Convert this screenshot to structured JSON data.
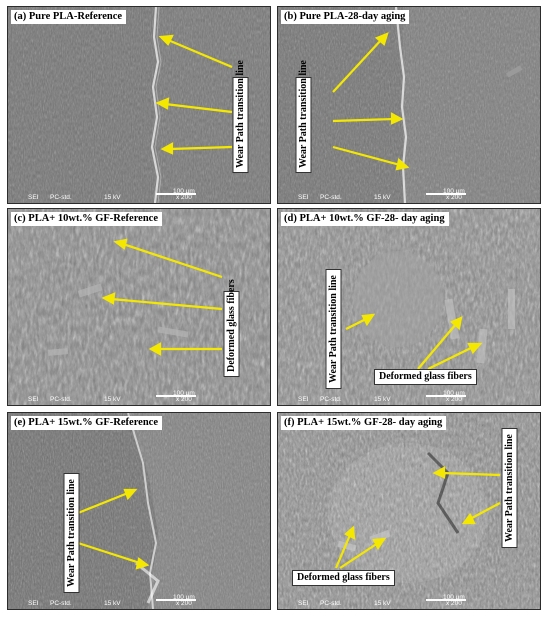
{
  "panels": [
    {
      "label": "(a) Pure PLA-Reference",
      "callout": "Wear Path transition line",
      "footer": {
        "detector": "SEI",
        "mode": "PC-std.",
        "voltage": "15 kV",
        "mag": "x 200",
        "scale": "100 µm"
      }
    },
    {
      "label": "(b) Pure PLA-28-day aging",
      "callout": "Wear Path transition line",
      "footer": {
        "detector": "SEI",
        "mode": "PC-std.",
        "voltage": "15 kV",
        "mag": "x 200",
        "scale": "100 µm"
      }
    },
    {
      "label": "(c) PLA+ 10wt.% GF-Reference",
      "callout": "Deformed glass fibers",
      "footer": {
        "detector": "SEI",
        "mode": "PC-std.",
        "voltage": "15 kV",
        "mag": "x 200",
        "scale": "100 µm"
      }
    },
    {
      "label": "(d) PLA+ 10wt.% GF-28- day aging",
      "callout": "Wear Path transition line",
      "callout2": "Deformed glass fibers",
      "footer": {
        "detector": "SEI",
        "mode": "PC-std.",
        "voltage": "15 kV",
        "mag": "x 200",
        "scale": "100 µm"
      }
    },
    {
      "label": "(e) PLA+ 15wt.% GF-Reference",
      "callout": "Wear Path transition line",
      "footer": {
        "detector": "SEI",
        "mode": "PC-std.",
        "voltage": "15 kV",
        "mag": "x 200",
        "scale": "100 µm"
      }
    },
    {
      "label": "(f) PLA+ 15wt.% GF-28- day aging",
      "callout": "Wear Path transition line",
      "callout2": "Deformed glass fibers",
      "footer": {
        "detector": "SEI",
        "mode": "PC-std.",
        "voltage": "15 kV",
        "mag": "x 200",
        "scale": "100 µm"
      }
    }
  ],
  "colors": {
    "arrow": "#f5e800",
    "label_bg": "#ffffff",
    "sem_base": "#7a7a7a"
  }
}
